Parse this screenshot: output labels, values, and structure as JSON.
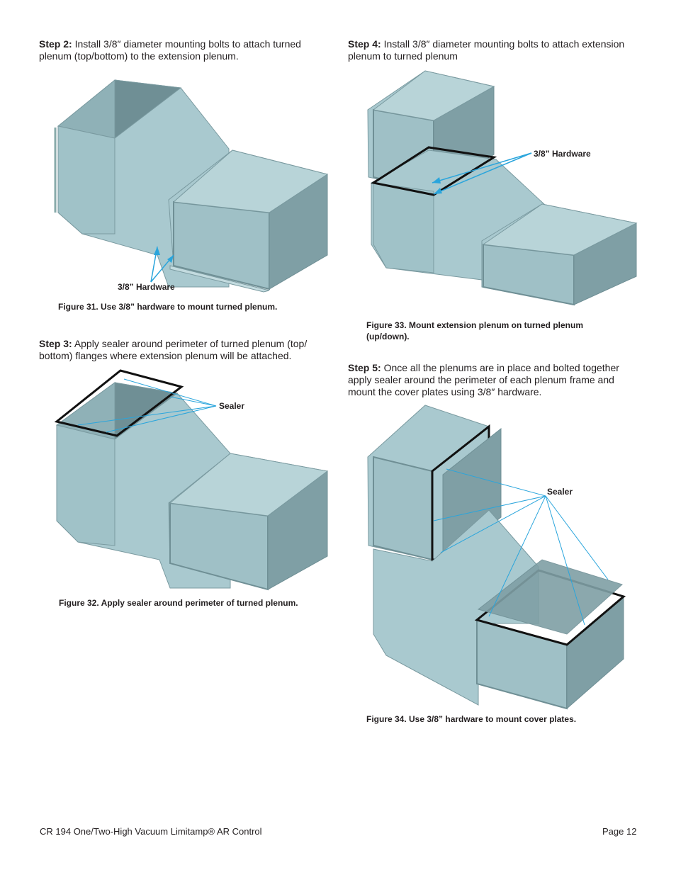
{
  "steps": {
    "step2": {
      "label": "Step 2:",
      "text": "Install 3/8″ diameter mounting bolts to attach turned plenum (top/bottom) to the extension plenum."
    },
    "step3": {
      "label": "Step 3:",
      "text": "Apply sealer around perimeter of turned plenum (top/ bottom) flanges where extension plenum will be attached."
    },
    "step4": {
      "label": "Step 4:",
      "text": "Install 3/8″ diameter mounting bolts to attach extension plenum to turned plenum"
    },
    "step5": {
      "label": "Step 5:",
      "text": "Once all the plenums are in place and bolted together apply sealer around the perimeter of each plenum frame and mount the cover plates using 3/8″ hardware."
    }
  },
  "figures": {
    "fig31": {
      "caption": "Figure 31. Use 3/8” hardware to mount turned plenum.",
      "callout": "3/8” Hardware"
    },
    "fig32": {
      "caption": "Figure 32. Apply sealer around perimeter of turned plenum.",
      "callout": "Sealer"
    },
    "fig33": {
      "caption": "Figure 33. Mount extension plenum on turned plenum (up/down).",
      "callout": "3/8” Hardware"
    },
    "fig34": {
      "caption": "Figure 34. Use 3/8” hardware to mount cover plates.",
      "callout": "Sealer"
    }
  },
  "footer": {
    "title": "CR 194 One/Two-High Vacuum Limitamp® AR Control",
    "page": "Page 12"
  },
  "colors": {
    "plenum_light": "#a9c9cf",
    "plenum_mid": "#8fb1b7",
    "plenum_dark": "#6f8f95",
    "callout_line": "#2aa5dc",
    "sealer": "#111111"
  }
}
